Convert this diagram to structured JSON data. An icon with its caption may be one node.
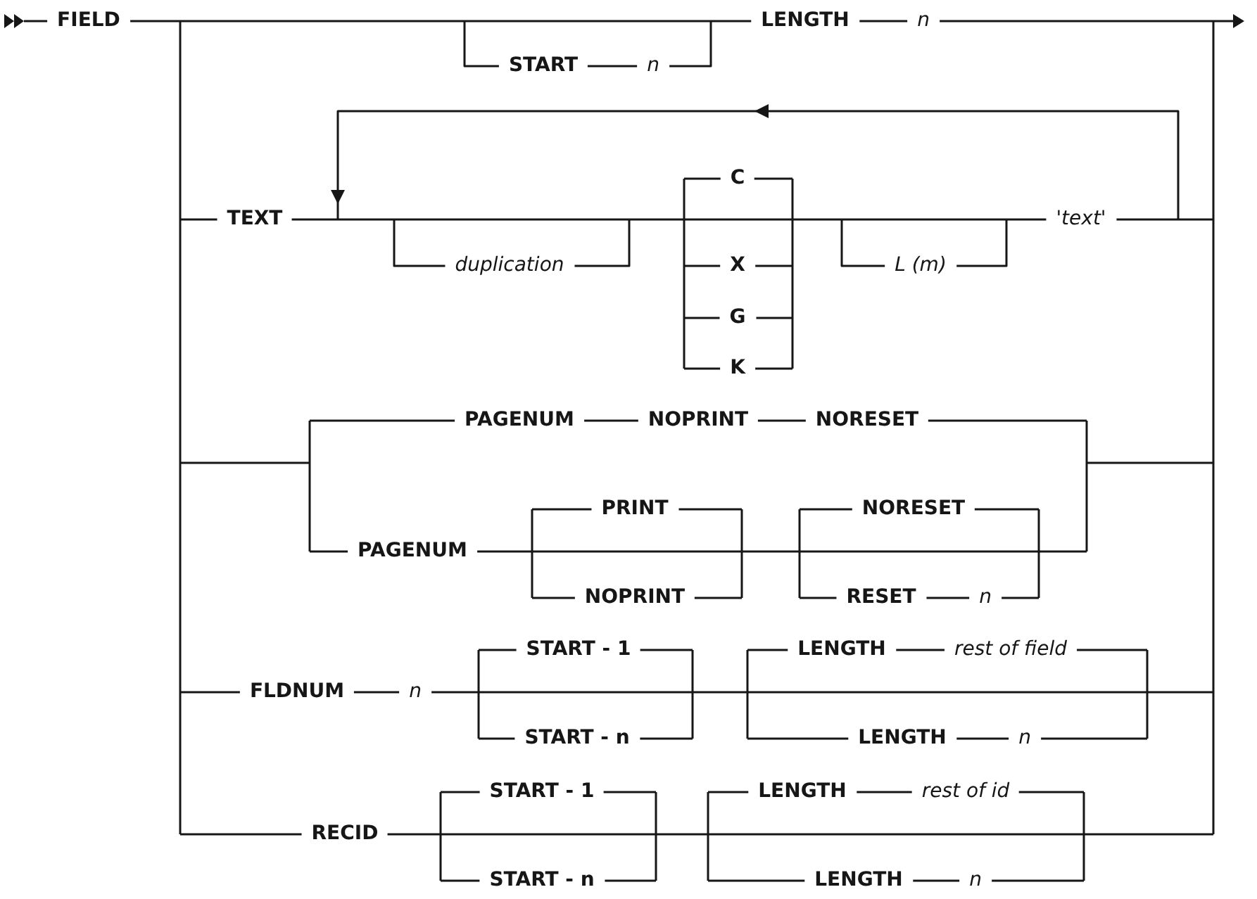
{
  "diagram": {
    "labels": [
      "FIELD",
      "LENGTH",
      "n",
      "START",
      "n",
      "C",
      "TEXT",
      "'text'",
      "duplication",
      "X",
      "L (m)",
      "G",
      "K",
      "PAGENUM",
      "NOPRINT",
      "NORESET",
      "PRINT",
      "NORESET",
      "PAGENUM",
      "NOPRINT",
      "RESET",
      "n",
      "START - 1",
      "LENGTH",
      "rest of field",
      "FLDNUM",
      "n",
      "START - n",
      "LENGTH",
      "n",
      "START - 1",
      "LENGTH",
      "rest of id",
      "RECID",
      "START - n",
      "LENGTH",
      "n"
    ]
  }
}
